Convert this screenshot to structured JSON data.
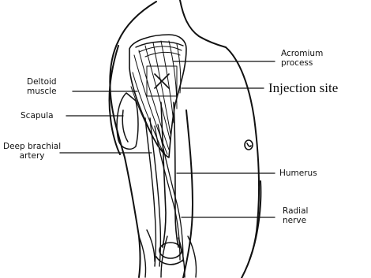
{
  "labels": {
    "acromium": [
      "Acromium",
      "process"
    ],
    "injection_site": "Injection site",
    "deltoid": [
      "Deltoid",
      "muscle"
    ],
    "scapula": "Scapula",
    "deep_brachial": [
      "Deep brachial",
      "artery"
    ],
    "humerus": "Humerus",
    "radial": [
      "Radial",
      "nerve"
    ]
  },
  "colors": {
    "ink": "#111111",
    "background": "#ffffff"
  }
}
